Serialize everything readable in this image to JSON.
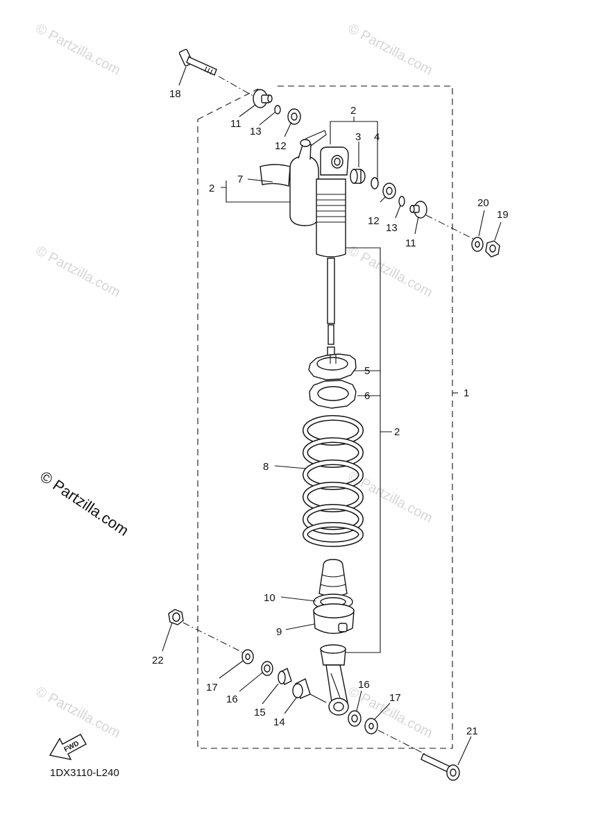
{
  "diagram_code": "1DX3110-L240",
  "copyright": "© Partzilla.com",
  "watermark": "© Partzilla.com",
  "fwd_label": "FWD",
  "callouts": {
    "c1": "1",
    "c2a": "2",
    "c2b": "2",
    "c2c": "2",
    "c3": "3",
    "c4": "4",
    "c5": "5",
    "c6": "6",
    "c7": "7",
    "c8": "8",
    "c9": "9",
    "c10": "10",
    "c11a": "11",
    "c11b": "11",
    "c12a": "12",
    "c12b": "12",
    "c13a": "13",
    "c13b": "13",
    "c14": "14",
    "c15": "15",
    "c16a": "16",
    "c16b": "16",
    "c17a": "17",
    "c17b": "17",
    "c18": "18",
    "c19": "19",
    "c20": "20",
    "c21": "21",
    "c22": "22"
  }
}
